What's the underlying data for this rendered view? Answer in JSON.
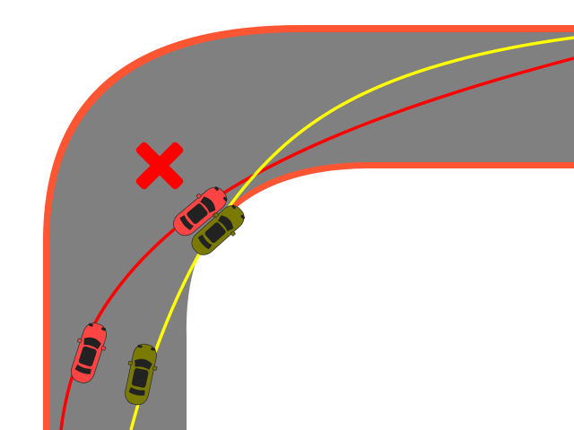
{
  "scene": {
    "background": "#ffffff",
    "track": {
      "asphalt": "#808080",
      "curb": "#ff5533"
    },
    "paths": [
      {
        "name": "red-racing-line",
        "color": "#ff0000"
      },
      {
        "name": "yellow-racing-line",
        "color": "#ffff00"
      }
    ],
    "marker": {
      "icon": "cross-icon",
      "color": "#ff0000"
    },
    "cars": [
      {
        "id": "red-car-upper",
        "body": "#ff4444",
        "detail": "#222222"
      },
      {
        "id": "red-car-lower",
        "body": "#ff4444",
        "detail": "#222222"
      },
      {
        "id": "olive-car-upper",
        "body": "#7a7a00",
        "detail": "#222222"
      },
      {
        "id": "olive-car-lower",
        "body": "#7a7a00",
        "detail": "#222222"
      }
    ]
  }
}
